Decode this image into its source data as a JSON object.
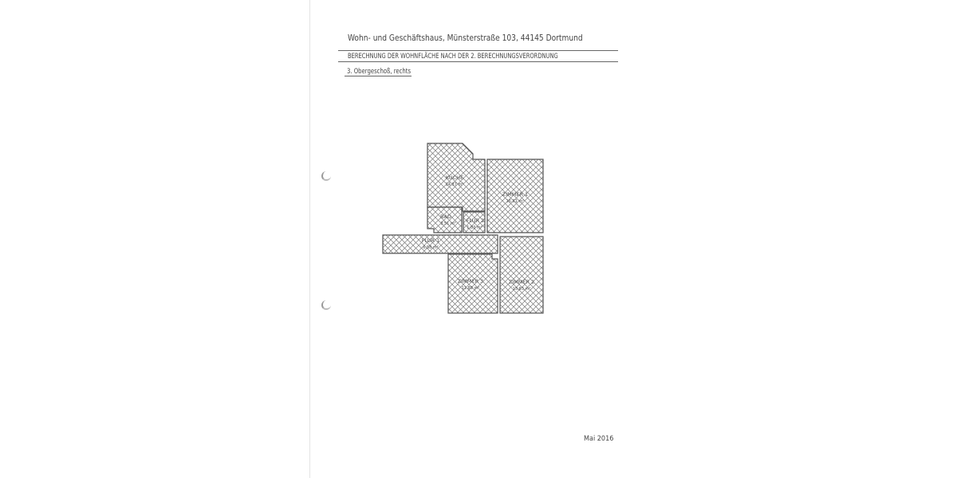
{
  "header": {
    "title": "Wohn- und Geschäftshaus, Münsterstraße 103, 44145 Dortmund",
    "subtitle": "BERECHNUNG DER WOHNFLÄCHE NACH DER 2. BERECHNUNGSVERORDNUNG",
    "floor": "3. Obergeschoß, rechts"
  },
  "rooms": [
    {
      "name": "KÜCHE",
      "area": "14.37 m²"
    },
    {
      "name": "ZIMMER 1",
      "area": "16.81 m²"
    },
    {
      "name": "BAD",
      "area": "3.51 m²"
    },
    {
      "name": "FLUR 2",
      "area": "1.83 m²"
    },
    {
      "name": "FLUR 1",
      "area": "6.58 m²"
    },
    {
      "name": "ZIMMER 3",
      "area": "11.89 m²"
    },
    {
      "name": "ZIMMER 2",
      "area": "13.63 m²"
    }
  ],
  "footer": {
    "date": "Mai 2016"
  }
}
